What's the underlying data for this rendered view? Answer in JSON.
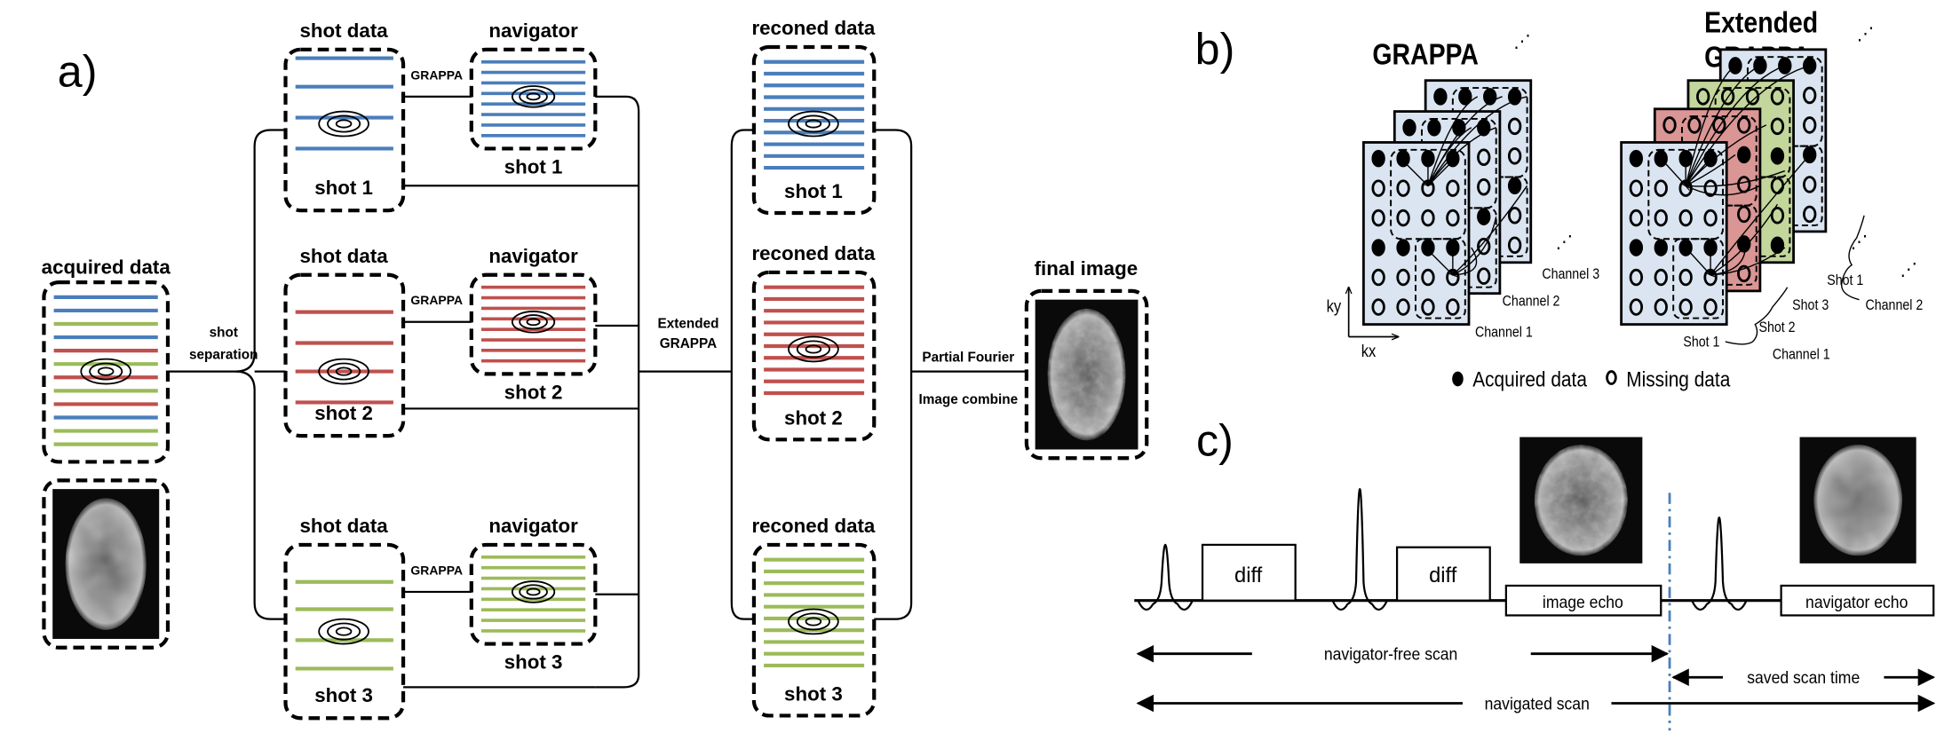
{
  "panel_labels": {
    "a": "a)",
    "b": "b)",
    "c": "c)"
  },
  "a": {
    "acquired_title": "acquired data",
    "shot_separation": [
      "shot",
      "separation"
    ],
    "shot_data_title": "shot data",
    "navigator_title": "navigator",
    "grappa_label": "GRAPPA",
    "shots": [
      "shot 1",
      "shot 2",
      "shot 3"
    ],
    "extended_grappa": [
      "Extended",
      "GRAPPA"
    ],
    "reconed_title": "reconed data",
    "partial_fourier": "Partial Fourier",
    "image_combine": "Image combine",
    "final_title": "final image"
  },
  "b": {
    "grappa_title": "GRAPPA",
    "extended_title": [
      "Extended",
      "GRAPPA"
    ],
    "channels": [
      "Channel 1",
      "Channel 2",
      "Channel 3"
    ],
    "ext_labels": {
      "shot1_ch1": "Shot 1",
      "shot2": "Shot 2",
      "shot3": "Shot 3",
      "shot1_ch2": "Shot 1",
      "channel1": "Channel 1",
      "channel2": "Channel 2"
    },
    "axis_ky": "ky",
    "axis_kx": "kx",
    "legend": {
      "acquired": "Acquired data",
      "missing": "Missing data"
    },
    "ellipsis": "⋰"
  },
  "c": {
    "diff": "diff",
    "image_echo": "image echo",
    "navigator_echo": "navigator echo",
    "navigator_free_scan": "navigator-free scan",
    "saved_scan_time": "saved scan time",
    "navigated_scan": "navigated scan"
  },
  "colors": {
    "shot1": "#4a7ebb",
    "shot2": "#c0504d",
    "shot3": "#9bbb59",
    "panel_blue": "#dbe5f1",
    "panel_red": "#d99694",
    "panel_green": "#c3d69b",
    "echo_text": "#1f497d",
    "divider": "#4a7ebb"
  }
}
